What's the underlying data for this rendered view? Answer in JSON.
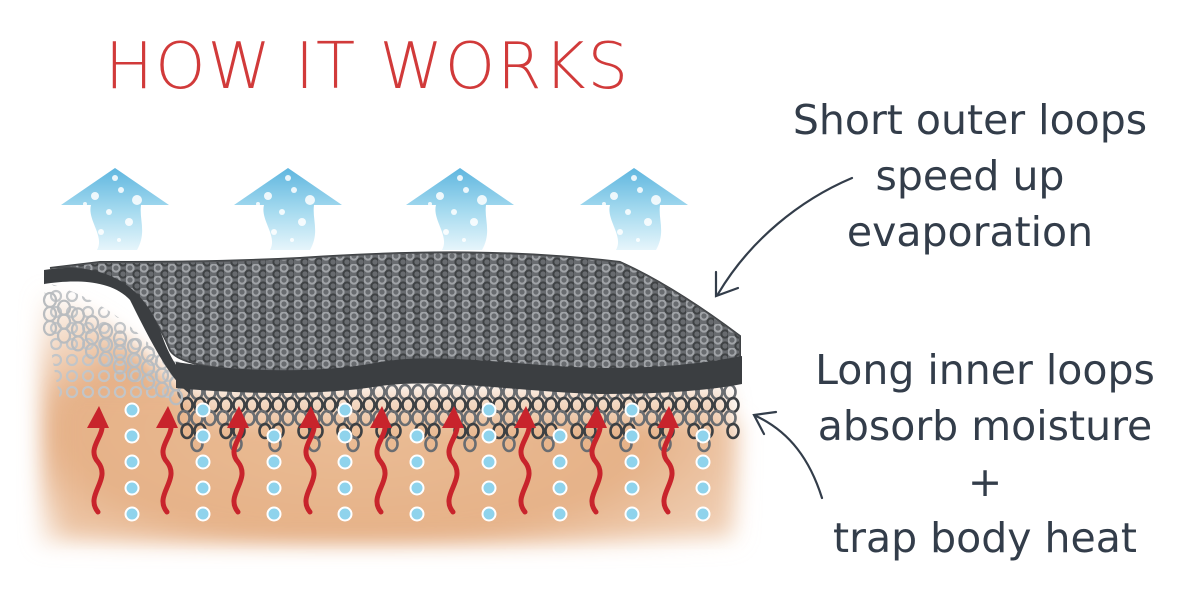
{
  "title": "HOW IT WORKS",
  "callouts": {
    "outer": [
      "Short outer loops",
      "speed up",
      "evaporation"
    ],
    "inner": [
      "Long inner loops",
      "absorb moisture",
      "+",
      "trap body heat"
    ]
  },
  "colors": {
    "title": "#d13a3a",
    "text": "#333d4a",
    "skin": "#e7b48a",
    "fabric": "#55585c",
    "vapor": "#7fc6e6",
    "heat_arrow": "#c8242c",
    "moisture_dot": "#8fd3ec"
  },
  "icons": {
    "vapor": "vapor-arrow-icon",
    "heat": "heat-wave-arrow-icon",
    "moisture": "moisture-droplet-icon",
    "pointer": "pointer-arrow-icon"
  }
}
